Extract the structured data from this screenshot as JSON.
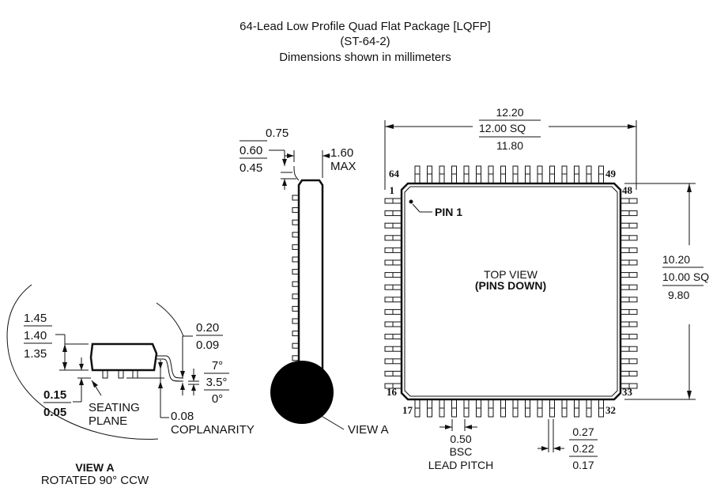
{
  "title": {
    "line1": "64-Lead Low Profile Quad Flat Package [LQFP]",
    "line2": "(ST-64-2)",
    "line3": "Dimensions shown in millimeters"
  },
  "top_view": {
    "label": "TOP VIEW",
    "sublabel": "(PINS DOWN)",
    "pin1_label": "PIN 1",
    "pin_numbers": {
      "p1": "1",
      "p16": "16",
      "p17": "17",
      "p32": "32",
      "p33": "33",
      "p48": "48",
      "p49": "49",
      "p64": "64"
    },
    "width_dim": {
      "max": "12.20",
      "nom": "12.00 SQ",
      "min": "11.80"
    },
    "body_dim": {
      "max": "10.20",
      "nom": "10.00 SQ",
      "min": "9.80"
    },
    "pitch": {
      "value": "0.50",
      "bsc": "BSC",
      "label": "LEAD PITCH"
    },
    "lead_width": {
      "max": "0.27",
      "nom": "0.22",
      "min": "0.17"
    }
  },
  "side_view": {
    "standoff": {
      "max": "0.75",
      "nom": "0.60",
      "min": "0.45"
    },
    "height": {
      "value": "1.60",
      "label": "MAX"
    },
    "view_a_callout": "VIEW A"
  },
  "view_a": {
    "title": "VIEW A",
    "subtitle": "ROTATED 90° CCW",
    "body_thickness": {
      "max": "1.45",
      "nom": "1.40",
      "min": "1.35"
    },
    "lead_thickness": {
      "max": "0.20",
      "min": "0.09"
    },
    "angle": {
      "max": "7°",
      "nom": "3.5°",
      "min": "0°"
    },
    "standoff": {
      "max": "0.15",
      "min": "0.05"
    },
    "seating_plane": [
      "SEATING",
      "PLANE"
    ],
    "coplanarity": {
      "value": "0.08",
      "label": "COPLANARITY"
    }
  }
}
